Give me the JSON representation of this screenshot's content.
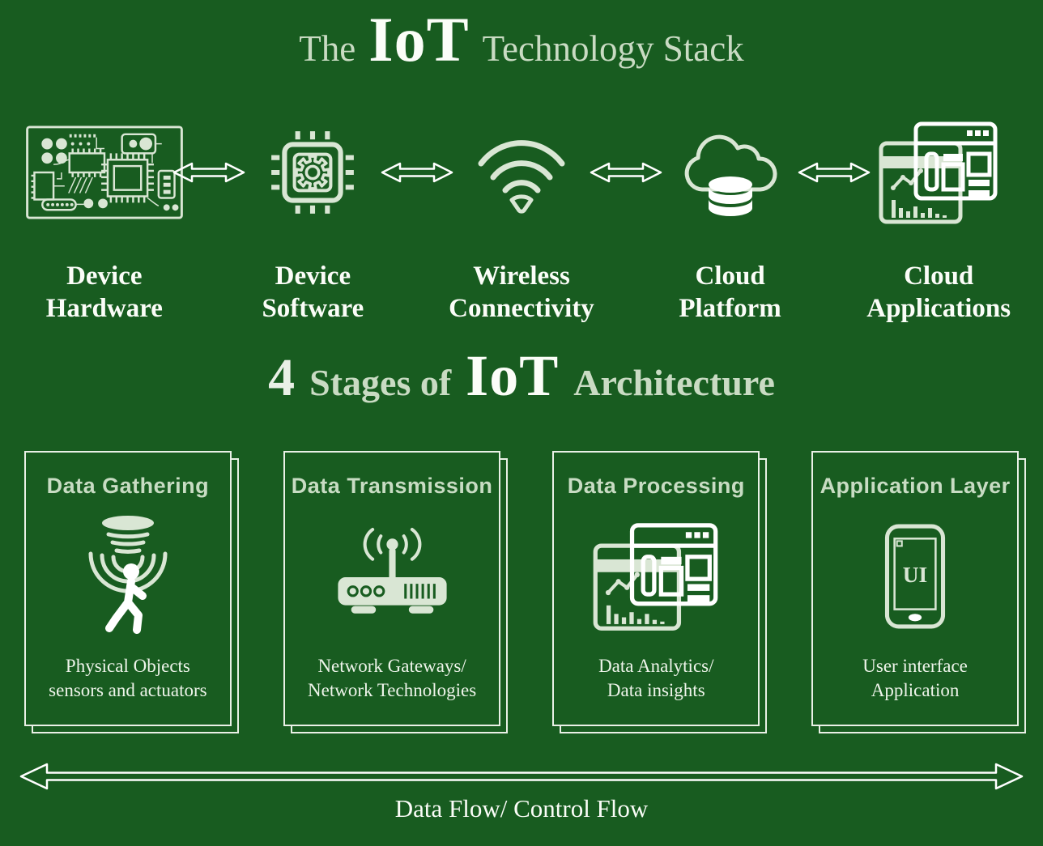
{
  "colors": {
    "bg": "#185c20",
    "pale": "#c9dbc3",
    "icon": "#d9e6d4",
    "white": "#fbfdf8",
    "card-border": "#e9f0e6",
    "card-title": "#c8dcc3",
    "body-text": "#eef4ea"
  },
  "header": {
    "title_prefix": "The",
    "title_highlight": "IoT",
    "title_suffix": "Technology Stack"
  },
  "stack": {
    "items": [
      {
        "icon": "circuit-board-icon",
        "label_line1": "Device",
        "label_line2": "Hardware"
      },
      {
        "icon": "chip-gear-icon",
        "label_line1": "Device",
        "label_line2": "Software"
      },
      {
        "icon": "wifi-icon",
        "label_line1": "Wireless",
        "label_line2": "Connectivity"
      },
      {
        "icon": "cloud-database-icon",
        "label_line1": "Cloud",
        "label_line2": "Platform"
      },
      {
        "icon": "dashboard-icon",
        "label_line1": "Cloud",
        "label_line2": "Applications"
      }
    ]
  },
  "stages_heading": {
    "number": "4",
    "label_left": "Stages of",
    "highlight": "IoT",
    "label_right": "Architecture"
  },
  "stages": [
    {
      "title": "Data Gathering",
      "icon": "motion-sensor-icon",
      "desc_line1": "Physical Objects",
      "desc_line2": "sensors and actuators"
    },
    {
      "title": "Data Transmission",
      "icon": "router-icon",
      "desc_line1": "Network Gateways/",
      "desc_line2": "Network Technologies"
    },
    {
      "title": "Data Processing",
      "icon": "dashboard-icon",
      "desc_line1": "Data Analytics/",
      "desc_line2": "Data insights"
    },
    {
      "title": "Application Layer",
      "icon": "phone-ui-icon",
      "phone_screen_label": "UI",
      "desc_line1": "User interface",
      "desc_line2": "Application"
    }
  ],
  "footer": {
    "flow_label": "Data Flow/ Control Flow"
  }
}
